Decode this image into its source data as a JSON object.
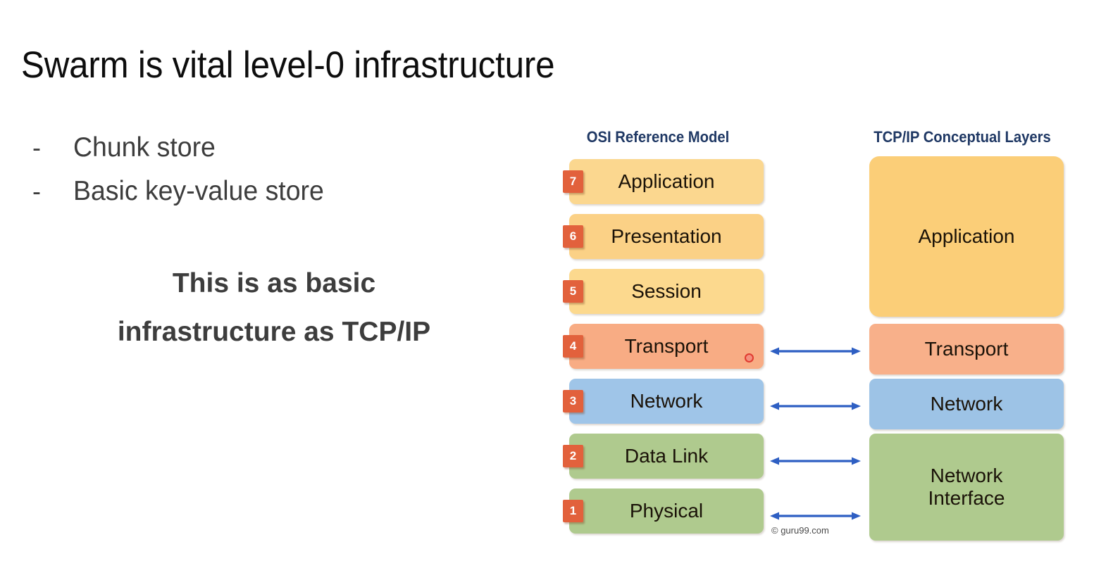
{
  "slide": {
    "title": "Swarm is vital level-0 infrastructure",
    "bullets": [
      {
        "marker": "-",
        "text": "Chunk store"
      },
      {
        "marker": "-",
        "text": "Basic key-value store"
      }
    ],
    "emphasis_lines": [
      "This is as basic",
      "infrastructure as TCP/IP"
    ]
  },
  "diagram": {
    "osi_header": "OSI Reference Model",
    "tcpip_header": "TCP/IP Conceptual Layers",
    "copyright": "© guru99.com",
    "colors": {
      "header_navy": "#1F3864",
      "amber": "#FBCE78",
      "amber_light": "#FCD98E",
      "salmon": "#F8B08A",
      "blue": "#9DC3E6",
      "green": "#AFCA8E",
      "badge_orange": "#E2613C",
      "arrow_blue": "#2E5FC3",
      "cursor_red": "#E03A2F"
    },
    "osi_layers": [
      {
        "number": "7",
        "label": "Application",
        "color": "#FBD78F"
      },
      {
        "number": "6",
        "label": "Presentation",
        "color": "#FBD186"
      },
      {
        "number": "5",
        "label": "Session",
        "color": "#FCD98E"
      },
      {
        "number": "4",
        "label": "Transport",
        "color": "#F8AC84"
      },
      {
        "number": "3",
        "label": "Network",
        "color": "#9FC5E8"
      },
      {
        "number": "2",
        "label": "Data Link",
        "color": "#AFCA8E"
      },
      {
        "number": "1",
        "label": "Physical",
        "color": "#AFCA8E"
      }
    ],
    "tcpip_layers": [
      {
        "label": "Application",
        "color": "#FBCE78"
      },
      {
        "label": "Transport",
        "color": "#F8B08A"
      },
      {
        "label": "Network",
        "color": "#9DC3E6"
      },
      {
        "label": "Network\nInterface",
        "color": "#AFCA8E"
      }
    ],
    "arrow_labels": [
      "transport-link",
      "network-link",
      "data-link-link",
      "physical-link"
    ]
  }
}
